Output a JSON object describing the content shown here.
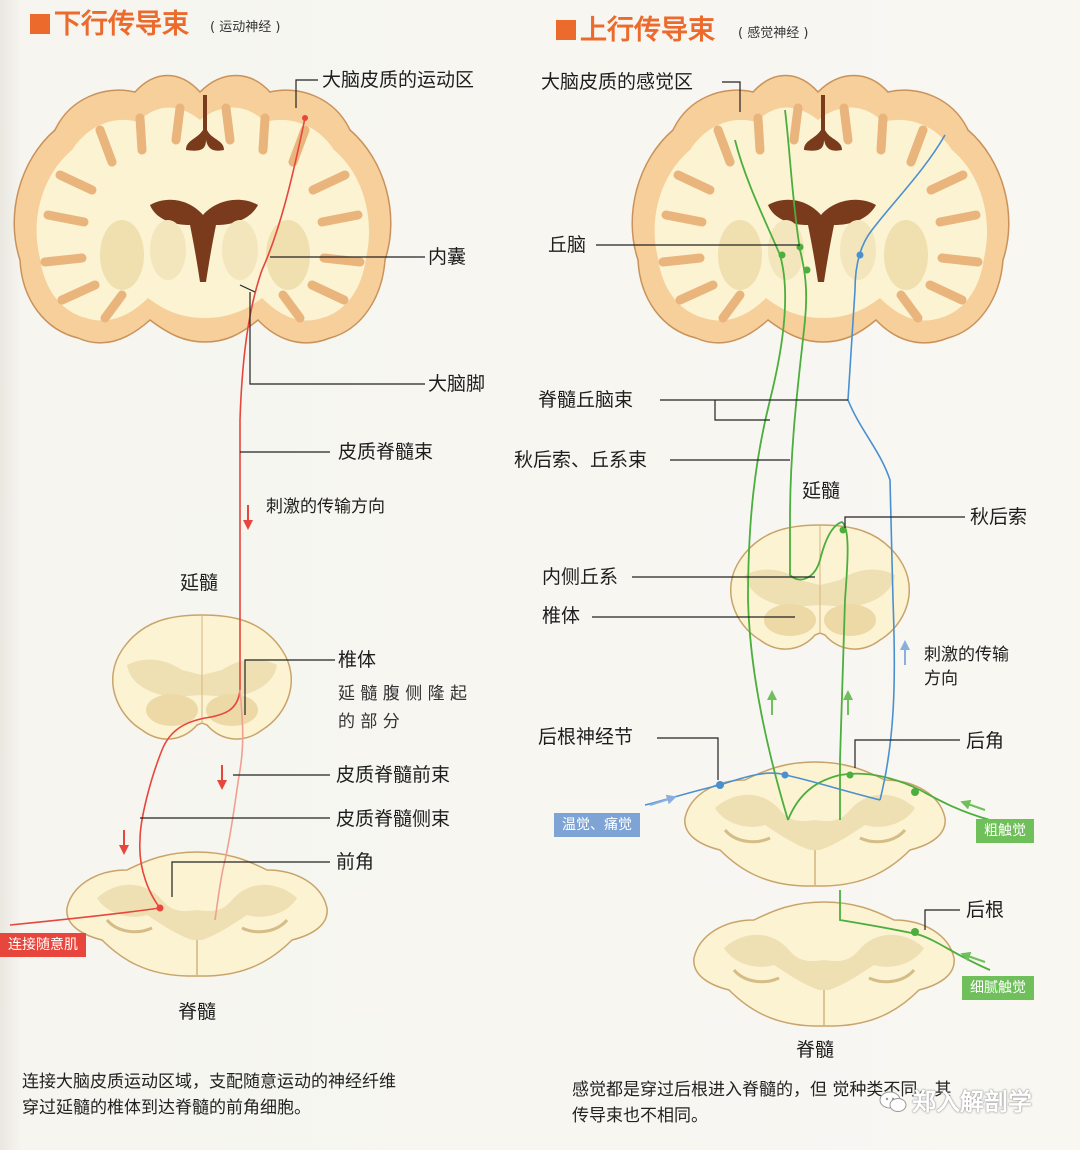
{
  "left": {
    "title": "下行传导束",
    "subtitle": "( 运动神经 )",
    "labels": {
      "motor_cortex": "大脑皮质的运动区",
      "internal_capsule": "内囊",
      "cerebral_peduncle": "大脑脚",
      "corticospinal_tract": "皮质脊髓束",
      "stimulus_direction": "刺激的传输方向",
      "medulla": "延髓",
      "pyramid": "椎体",
      "pyramid_desc_1": "延 髓 腹 侧 隆 起",
      "pyramid_desc_2": "的 部 分",
      "anterior_tract": "皮质脊髓前束",
      "lateral_tract": "皮质脊髓侧束",
      "anterior_horn": "前角",
      "spinal_cord": "脊髓"
    },
    "tag_muscle": "连接随意肌",
    "caption_1": "连接大脑皮质运动区域，支配随意运动的神经纤维",
    "caption_2": "穿过延髓的椎体到达脊髓的前角细胞。"
  },
  "right": {
    "title": "上行传导束",
    "subtitle": "( 感觉神经 )",
    "labels": {
      "sensory_cortex": "大脑皮质的感觉区",
      "thalamus": "丘脑",
      "spinothalamic": "脊髓丘脑束",
      "dorsal_column_lemniscus": "秋后索、丘系束",
      "medulla": "延髓",
      "dorsal_column": "秋后索",
      "medial_lemniscus": "内侧丘系",
      "pyramid": "椎体",
      "stimulus_direction_1": "刺激的传输",
      "stimulus_direction_2": "方向",
      "dorsal_root_ganglion": "后根神经节",
      "dorsal_horn": "后角",
      "dorsal_root": "后根",
      "spinal_cord": "脊髓"
    },
    "tag_temp_pain": "温觉、痛觉",
    "tag_coarse_touch": "粗触觉",
    "tag_fine_touch": "细腻触觉",
    "caption_1": "感觉都是穿过后根进入脊髓的，但  觉种类不同，其",
    "caption_2": "传导束也不相同。"
  },
  "watermark": "郑入解剖学",
  "colors": {
    "accent": "#ec6a2c",
    "motor_path": "#e8453c",
    "sensory_green": "#4cae3c",
    "sensory_blue": "#4a90d0",
    "gray_matter": "#e8d6a0",
    "white_matter": "#fbf3d2",
    "cortex": "#f6cf9a"
  }
}
